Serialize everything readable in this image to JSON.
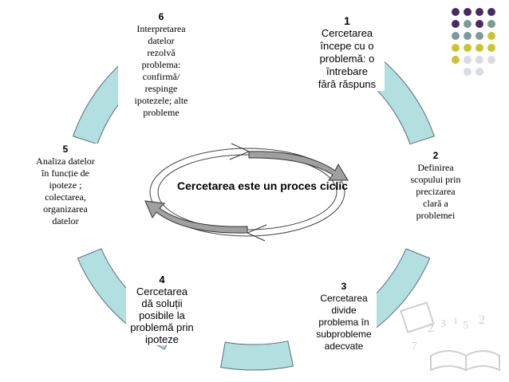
{
  "steps": [
    {
      "number": "1",
      "lines": [
        "Cercetarea",
        "începe cu o",
        "problemă: o",
        "întrebare",
        "fără răspuns"
      ]
    },
    {
      "number": "2",
      "lines": [
        "Definirea",
        "scopului prin",
        "precizarea",
        "clară a",
        "problemei"
      ]
    },
    {
      "number": "3",
      "lines": [
        "Cercetarea",
        "divide",
        "problema în",
        "subprobleme",
        "adecvate"
      ]
    },
    {
      "number": "4",
      "lines": [
        "Cercetarea",
        "dă soluții",
        "posibile la",
        "problemă prin",
        "ipoteze"
      ]
    },
    {
      "number": "5",
      "lines": [
        "Analiza datelor",
        "în funcție de",
        "ipoteze ;",
        "colectarea,",
        "organizarea",
        "datelor"
      ]
    },
    {
      "number": "6",
      "lines": [
        "Interpretarea",
        "datelor",
        "rezolvă",
        "problema:",
        "confirmă/",
        "respinge",
        "ipotezele; alte",
        "probleme"
      ]
    }
  ],
  "center": {
    "lines": [
      "Cercetarea este un",
      "proces ciclic"
    ]
  },
  "colors": {
    "arc_fill": "#b2dfe0",
    "arc_stroke": "#5a6f70",
    "center_arrow_fill": "#a0a0a0",
    "dots": [
      "#4a2a63",
      "#7a9a9c",
      "#c8c630",
      "#d8dae6"
    ]
  },
  "decor": {
    "dot_grid": [
      [
        "#4a2a63",
        "#4a2a63",
        "#4a2a63",
        "#4a2a63"
      ],
      [
        "#4a2a63",
        "#7a9a9c",
        "#4a2a63",
        "#7a9a9c"
      ],
      [
        "#7a9a9c",
        "#7a9a9c",
        "#7a9a9c",
        "#c8c630"
      ],
      [
        "#c8c630",
        "#c8c630",
        "#c8c630",
        "#c8c630"
      ],
      [
        "#c8c630",
        "#d8dae6",
        "#d8dae6",
        "#d8dae6"
      ],
      [
        "",
        "#d8dae6",
        "#d8dae6",
        ""
      ]
    ],
    "clipart": "book-and-numbers-clipart"
  }
}
